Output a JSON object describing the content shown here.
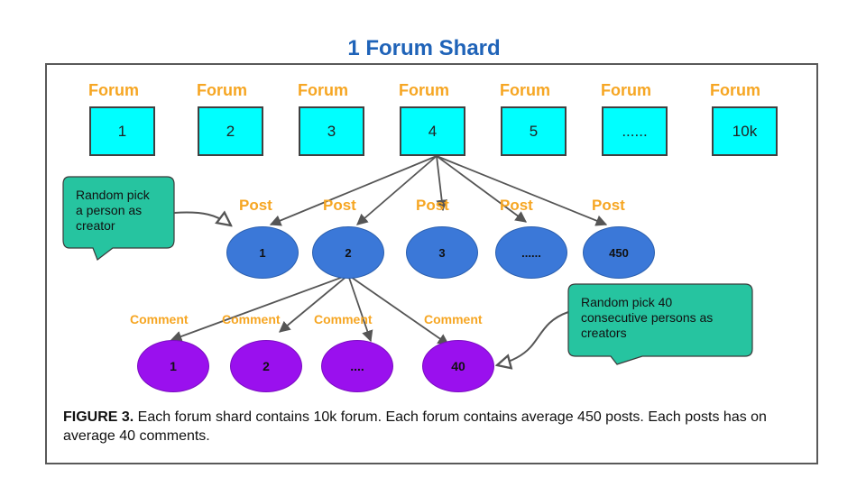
{
  "title": "1 Forum Shard",
  "forum_label": "Forum",
  "post_label": "Post",
  "comment_label": "Comment",
  "forums": [
    "1",
    "2",
    "3",
    "4",
    "5",
    "......",
    "10k"
  ],
  "posts": [
    "1",
    "2",
    "3",
    "......",
    "450"
  ],
  "comments": [
    "1",
    "2",
    "....",
    "40"
  ],
  "callouts": {
    "creator": [
      "Random pick",
      "a person as",
      "creator"
    ],
    "creators": [
      "Random pick 40",
      "consecutive persons as",
      "creators"
    ]
  },
  "caption": {
    "lead": "FIGURE 3.",
    "text": " Each forum shard contains 10k forum. Each forum contains average 450 posts. Each posts has on average 40 comments."
  },
  "colors": {
    "title": "#1f63b8",
    "label": "#f6a623",
    "forum_fill": "#00ffff",
    "post_fill": "#3b78d8",
    "comment_fill": "#9a10ee",
    "callout_fill": "#26c4a0"
  }
}
